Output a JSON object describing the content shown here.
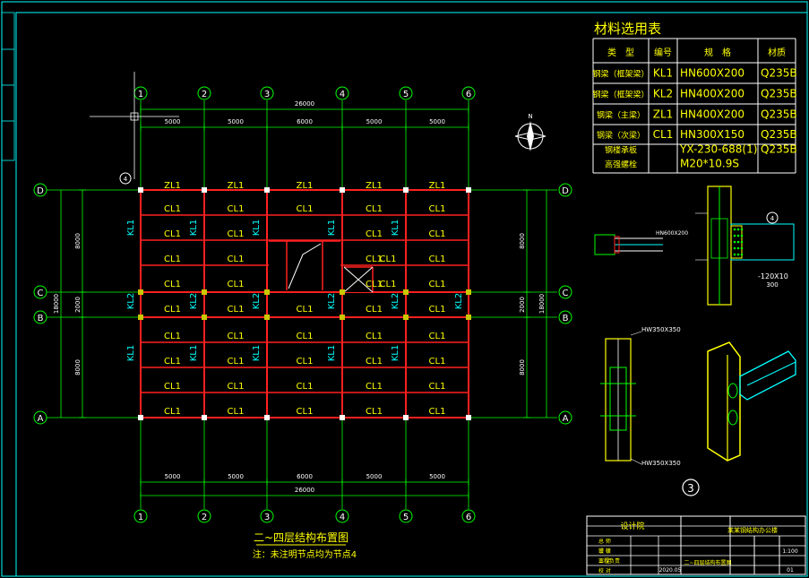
{
  "drawing": {
    "main_title": "二~四层结构布置图",
    "note": "注：未注明节点均为节点4"
  },
  "grid": {
    "columns": [
      "1",
      "2",
      "3",
      "4",
      "5",
      "6"
    ],
    "rows": [
      "D",
      "C",
      "B",
      "A"
    ],
    "spans": [
      "5000",
      "5000",
      "6000",
      "5000",
      "5000"
    ],
    "total_width": "26000",
    "row_spans": [
      "8000",
      "2000",
      "8000"
    ],
    "total_height": "18000"
  },
  "members": {
    "zl": "ZL1",
    "cl": "CL1",
    "kl1": "KL1",
    "kl2": "KL2"
  },
  "material_table": {
    "title": "材料选用表",
    "headers": [
      "类　型",
      "编号",
      "规　格",
      "材质"
    ],
    "rows": [
      [
        "钢梁（框架梁）",
        "KL1",
        "HN600X200",
        "Q235B"
      ],
      [
        "钢梁（框架梁）",
        "KL2",
        "HN400X200",
        "Q235B"
      ],
      [
        "钢梁（主梁）",
        "ZL1",
        "HN400X200",
        "Q235B"
      ],
      [
        "钢梁（次梁）",
        "CL1",
        "HN300X150",
        "Q235B"
      ],
      [
        "钢楼承板",
        "",
        "YX-230-688(1)",
        "Q235B"
      ],
      [
        "高强螺栓",
        "",
        "M20*10.9S",
        ""
      ]
    ]
  },
  "details": {
    "beam_label": "HN600X200",
    "column_label_top": "HW350X350",
    "column_label_bottom": "HW350X350",
    "plate_label": "-120X10",
    "dim_300": "300",
    "node_3": "3",
    "node_4": "4"
  },
  "title_block": {
    "designer": "设计院",
    "project": "某某钢结构办公楼",
    "drawing_name": "二~四层结构布置图",
    "scale": "1:100",
    "sheet": "01",
    "date": "2020.05",
    "labels": [
      "总 师",
      "审 核",
      "审 定",
      "校 对",
      "设 计",
      "工程负责"
    ]
  }
}
